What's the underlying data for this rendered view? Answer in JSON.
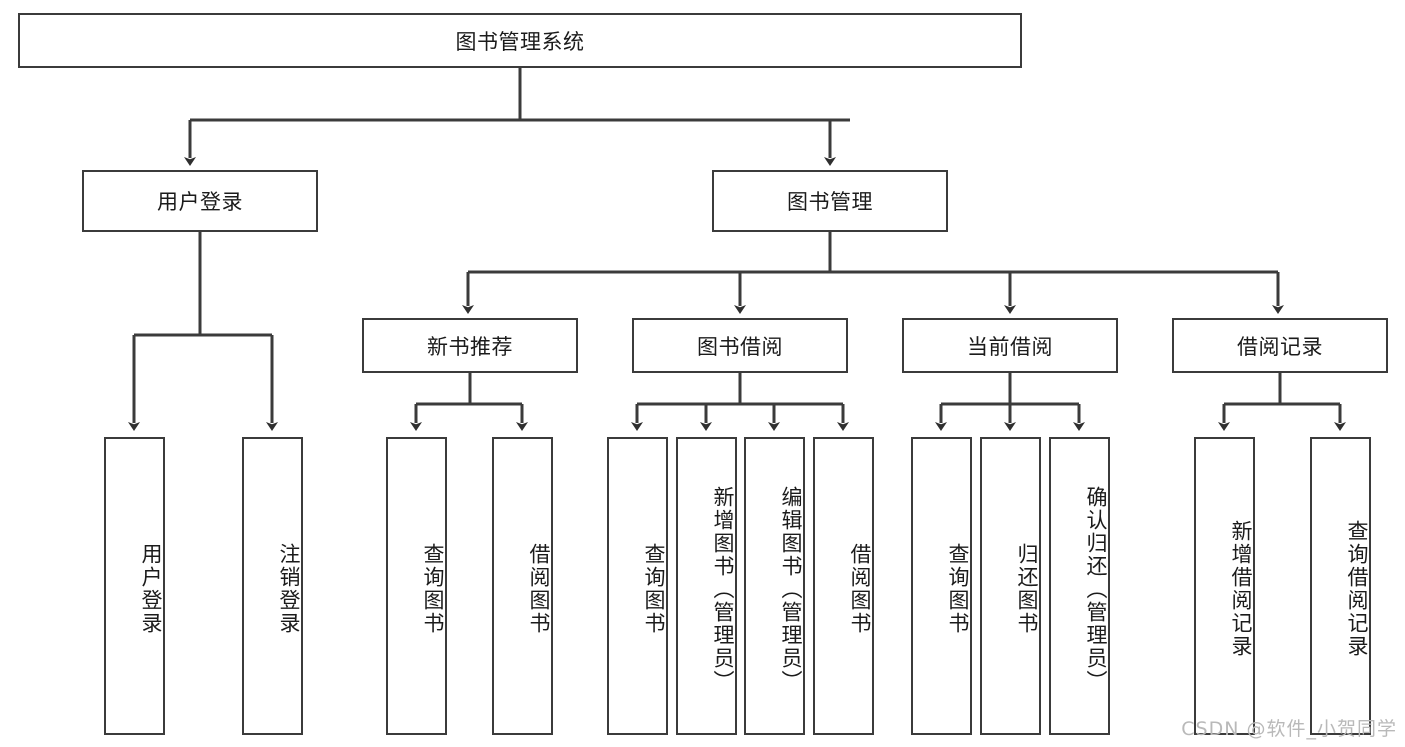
{
  "diagram": {
    "title": "图书管理系统",
    "type": "hierarchy-tree",
    "root": {
      "label": "图书管理系统",
      "orientation": "horizontal"
    },
    "level2": [
      {
        "label": "用户登录",
        "orientation": "horizontal"
      },
      {
        "label": "图书管理",
        "orientation": "horizontal"
      }
    ],
    "level3": [
      {
        "label": "新书推荐",
        "orientation": "horizontal",
        "parent": "图书管理"
      },
      {
        "label": "图书借阅",
        "orientation": "horizontal",
        "parent": "图书管理"
      },
      {
        "label": "当前借阅",
        "orientation": "horizontal",
        "parent": "图书管理"
      },
      {
        "label": "借阅记录",
        "orientation": "horizontal",
        "parent": "图书管理"
      }
    ],
    "leaves": [
      {
        "label": "用户登录",
        "orientation": "vertical",
        "parent": "用户登录"
      },
      {
        "label": "注销登录",
        "orientation": "vertical",
        "parent": "用户登录"
      },
      {
        "label": "查询图书",
        "orientation": "vertical",
        "parent": "新书推荐"
      },
      {
        "label": "借阅图书",
        "orientation": "vertical",
        "parent": "新书推荐"
      },
      {
        "label": "查询图书",
        "orientation": "vertical",
        "parent": "图书借阅"
      },
      {
        "label": "新增图书（管理员）",
        "orientation": "vertical",
        "parent": "图书借阅"
      },
      {
        "label": "编辑图书（管理员）",
        "orientation": "vertical",
        "parent": "图书借阅"
      },
      {
        "label": "借阅图书",
        "orientation": "vertical",
        "parent": "图书借阅"
      },
      {
        "label": "查询图书",
        "orientation": "vertical",
        "parent": "当前借阅"
      },
      {
        "label": "归还图书",
        "orientation": "vertical",
        "parent": "当前借阅"
      },
      {
        "label": "确认归还（管理员）",
        "orientation": "vertical",
        "parent": "当前借阅"
      },
      {
        "label": "新增借阅记录",
        "orientation": "vertical",
        "parent": "借阅记录"
      },
      {
        "label": "查询借阅记录",
        "orientation": "vertical",
        "parent": "借阅记录"
      }
    ],
    "watermark": "CSDN @软件_小贺同学",
    "colors": {
      "stroke": "#3b3b3b",
      "fill": "#ffffff",
      "text": "#1b1b1b",
      "watermark": "#b9b9b9"
    }
  }
}
